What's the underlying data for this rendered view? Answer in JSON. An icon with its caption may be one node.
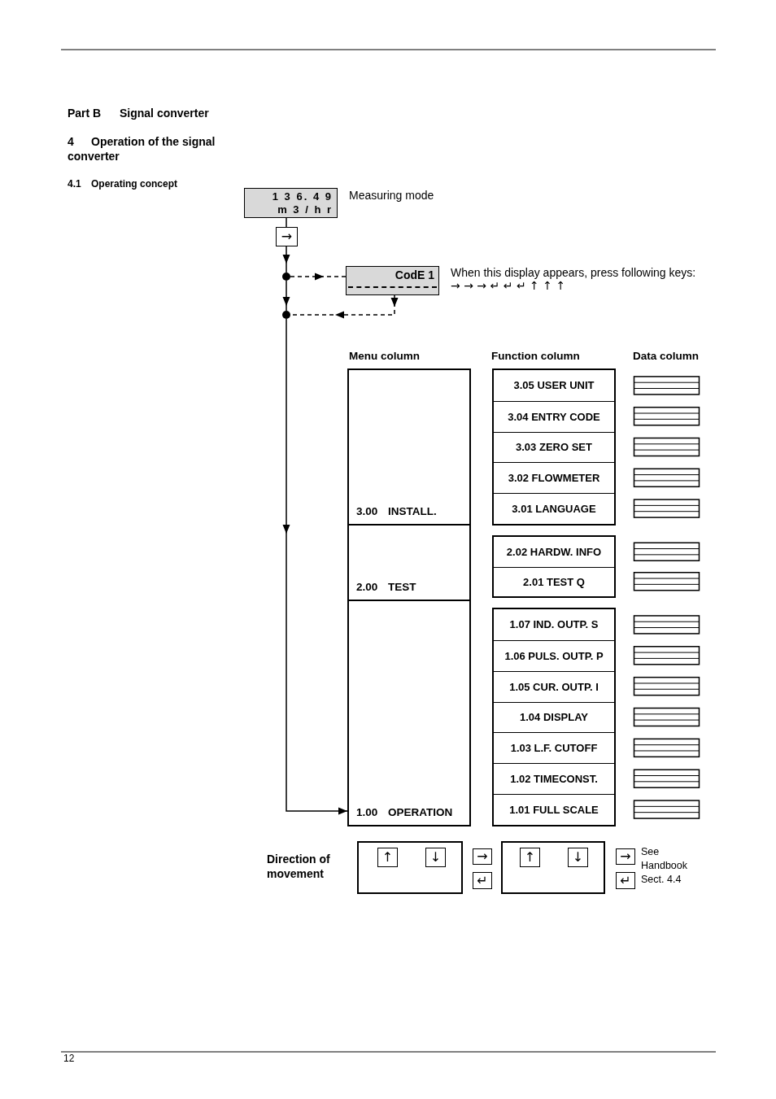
{
  "diagram": {
    "nodes": [
      {
        "text": [
          "1 3 6. 4 9",
          "m 3 / h r"
        ],
        "beside": [
          "Measuring mode"
        ]
      },
      {
        "text": [
          "→"
        ]
      },
      {
        "text": [],
        "shape": "circle"
      },
      {
        "text": [
          "CodE 1"
        ],
        "beside": [
          "When this display appears, press following keys:",
          "→ → → ↵ ↵ ↵ ↑ ↑ ↑"
        ]
      },
      {
        "text": [],
        "shape": "circle"
      },
      {
        "text": [
          "3.00 INSTALL."
        ]
      },
      {
        "text": [
          "2.00 TEST"
        ]
      },
      {
        "text": [
          "1.00 OPERATION"
        ]
      },
      {
        "text": [],
        "shape": "box"
      },
      {
        "text": [
          "3.05 USER UNIT"
        ],
        "in": 8
      },
      {
        "text": [
          "3.04 ENTRY CODE"
        ],
        "in": 8
      },
      {
        "text": [
          "3.03 ZERO SET"
        ],
        "in": 8
      },
      {
        "text": [
          "3.02 FLOWMETER"
        ],
        "in": 8
      },
      {
        "text": [
          "3.01 LANGUAGE"
        ],
        "in": 8
      },
      {
        "text": [],
        "shape": "box"
      },
      {
        "text": [
          "2.02 HARDW. INFO"
        ],
        "in": 14
      },
      {
        "text": [
          "2.01 TEST Q"
        ],
        "in": 14
      },
      {
        "text": [],
        "shape": "box"
      },
      {
        "text": [
          "1.07 IND. OUTP. S"
        ],
        "in": 17
      },
      {
        "text": [
          "1.06 PULS. OUTP. P"
        ],
        "in": 17
      },
      {
        "text": [
          "1.05 CUR. OUTP. I"
        ],
        "in": 17
      },
      {
        "text": [
          "1.04 DISPLAY"
        ],
        "in": 17
      },
      {
        "text": [
          "1.03 L.F. CUTOFF"
        ],
        "in": 17
      },
      {
        "text": [
          "1.02 TIMECONST."
        ],
        "in": 17
      },
      {
        "text": [
          "1.01 FULL SCALE"
        ],
        "in": 17
      },
      {
        "text": [],
        "shape": "box"
      },
      {
        "text": [
          "↑"
        ],
        "in": 25
      },
      {
        "text": [
          "↓"
        ],
        "in": 25
      },
      {
        "text": [
          "→"
        ]
      },
      {
        "text": [
          "↵"
        ]
      },
      {
        "text": [],
        "shape": "box"
      },
      {
        "text": [
          "↑"
        ],
        "in": 30
      },
      {
        "text": [
          "↓"
        ],
        "in": 30
      },
      {
        "text": [
          "→"
        ]
      },
      {
        "text": [
          "↵"
        ]
      }
    ],
    "edges": [
      {
        "from": 0,
        "to": 1,
        "arrow": "none"
      },
      {
        "from": 1,
        "to": 2,
        "arrow": "to"
      },
      {
        "from": 2,
        "to": 3,
        "arrow": "to",
        "style": "dashed"
      },
      {
        "from": 2,
        "to": 4,
        "arrow": "to"
      },
      {
        "from": 3,
        "to": 4,
        "arrow": "to",
        "style": "dashed"
      },
      {
        "from": 4,
        "to": 7,
        "arrow": "to"
      }
    ],
    "labels": [
      "Part B",
      "Signal converter",
      "4",
      "Operation of the signal converter",
      "4.1",
      "Operating concept",
      "Menu column",
      "Function column",
      "Data column",
      "Direction of movement",
      "See Handbook Sect. 4.4",
      "12"
    ]
  }
}
